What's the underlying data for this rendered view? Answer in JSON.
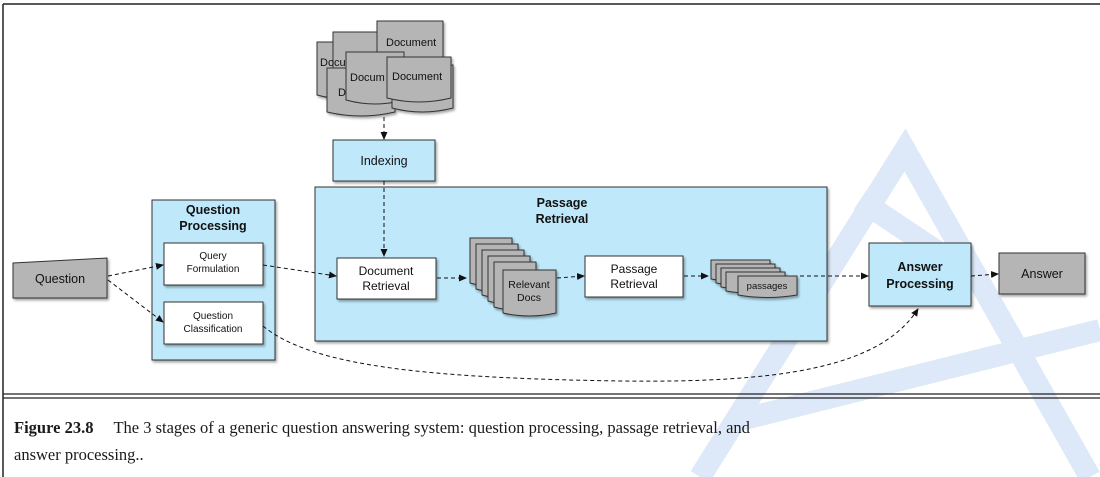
{
  "diagram": {
    "documents": {
      "labels": [
        "Docu",
        "Document",
        "Docum",
        "Document",
        "D"
      ]
    },
    "indexing": {
      "label": "Indexing"
    },
    "question": {
      "label": "Question"
    },
    "question_processing": {
      "title_line1": "Question",
      "title_line2": "Processing",
      "query_formulation": {
        "line1": "Query",
        "line2": "Formulation"
      },
      "question_classification": {
        "line1": "Question",
        "line2": "Classification"
      }
    },
    "passage_retrieval": {
      "title_line1": "Passage",
      "title_line2": "Retrieval",
      "document_retrieval": {
        "line1": "Document",
        "line2": "Retrieval"
      },
      "relevant_docs": {
        "line1": "Relevant",
        "line2": "Docs"
      },
      "passage_retrieval_box": {
        "line1": "Passage",
        "line2": "Retrieval"
      },
      "passages": {
        "label": "passages"
      }
    },
    "answer_processing": {
      "line1": "Answer",
      "line2": "Processing"
    },
    "answer": {
      "label": "Answer"
    },
    "colors": {
      "stage_fill": "#bfe9fb",
      "doc_fill": "#b5b5b5",
      "box_fill": "#ffffff",
      "watermark": "#dde8f8"
    }
  },
  "caption": {
    "number": "Figure 23.8",
    "text_line1": "The 3 stages of a generic question answering system: question processing, passage retrieval, and",
    "text_line2": "answer processing.."
  }
}
